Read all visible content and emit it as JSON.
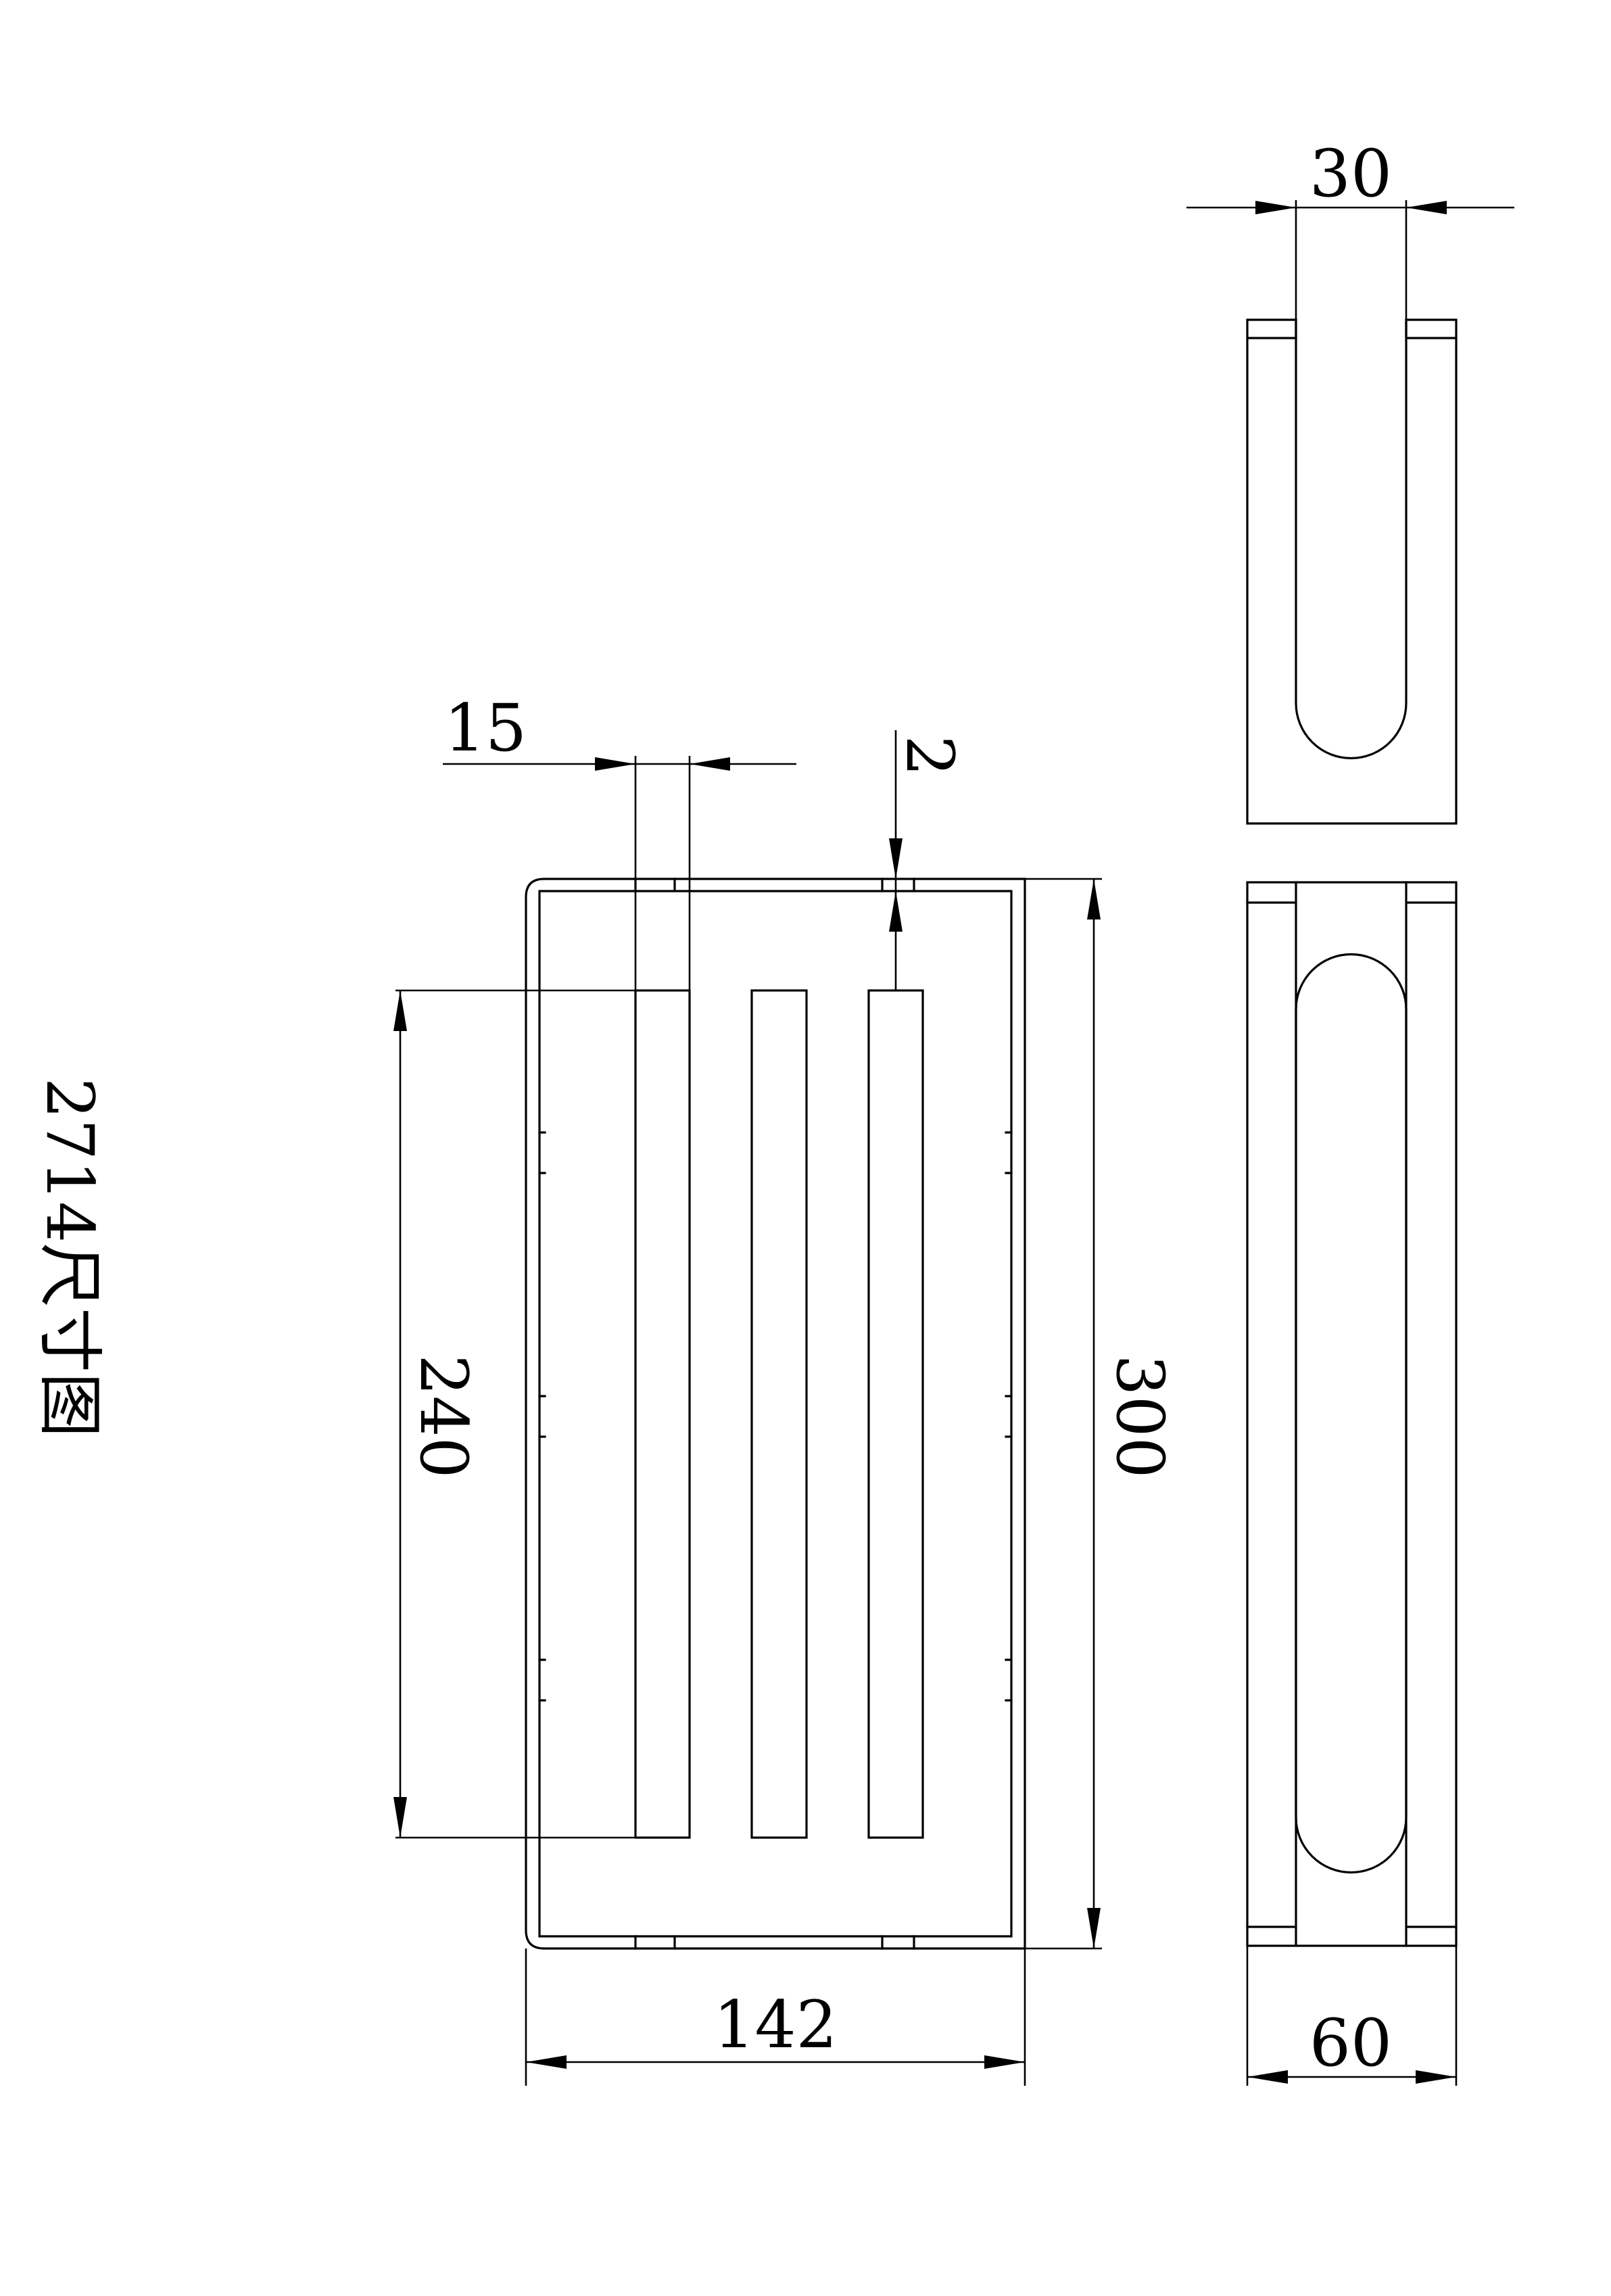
{
  "drawing": {
    "title": "2714尺寸图",
    "front_view": {
      "dims": {
        "slot_width": "15",
        "top_gap": "2",
        "slot_length": "240",
        "overall_length": "300",
        "overall_width": "142"
      }
    },
    "side_views": {
      "dims": {
        "slot_width": "30",
        "overall_width": "60"
      }
    }
  }
}
